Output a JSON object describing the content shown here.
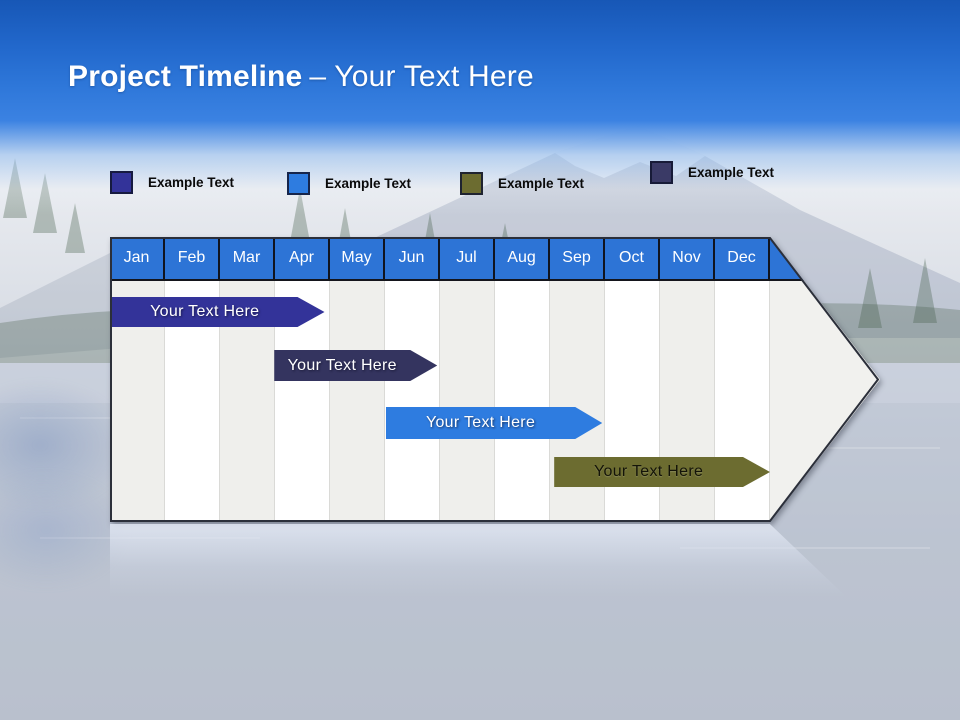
{
  "title": {
    "bold": "Project Timeline",
    "rest": "– Your Text Here"
  },
  "legend": {
    "items": [
      {
        "label": "Example Text",
        "color": "#333399"
      },
      {
        "label": "Example Text",
        "color": "#2E7CE0"
      },
      {
        "label": "Example Text",
        "color": "#6C6C30"
      },
      {
        "label": "Example Text",
        "color": "#3A3A66"
      }
    ]
  },
  "chart_data": {
    "type": "bar",
    "subtype": "gantt-timeline",
    "title": "Project Timeline – Your Text Here",
    "categories": [
      "Jan",
      "Feb",
      "Mar",
      "Apr",
      "May",
      "Jun",
      "Jul",
      "Aug",
      "Sep",
      "Oct",
      "Nov",
      "Dec"
    ],
    "series": [
      {
        "name": "Your Text Here",
        "start_label": "Jan",
        "end_label": "early Apr",
        "start_month": 0.0,
        "end_month": 3.9,
        "color": "#333399",
        "text_color": "light"
      },
      {
        "name": "Your Text Here",
        "start_label": "Apr",
        "end_label": "Jun",
        "start_month": 2.95,
        "end_month": 5.95,
        "color": "#34345F",
        "text_color": "light"
      },
      {
        "name": "Your Text Here",
        "start_label": "Jun",
        "end_label": "Sep",
        "start_month": 4.98,
        "end_month": 8.95,
        "color": "#2E7CE0",
        "text_color": "light"
      },
      {
        "name": "Your Text Here",
        "start_label": "Sep",
        "end_label": "Dec",
        "start_month": 8.04,
        "end_month": 12.0,
        "color": "#6C6C30",
        "text_color": "dark"
      }
    ],
    "header_color": "#2D74D6",
    "column_stripe_colors": [
      "#EFEFEC",
      "#FFFFFF"
    ],
    "legend_position": "top",
    "grid": "vertical month columns",
    "shape": "right-pointing arrow container"
  }
}
